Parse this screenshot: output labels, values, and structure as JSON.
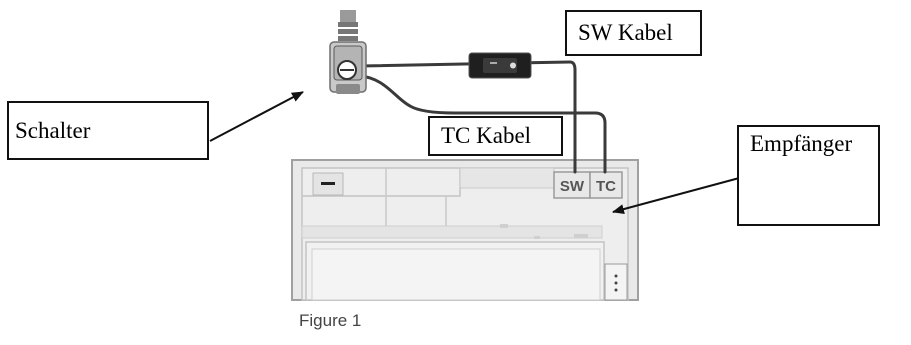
{
  "labels": {
    "sw_kabel": "SW Kabel",
    "schalter": "Schalter",
    "tc_kabel": "TC Kabel",
    "empfaenger": "Empfänger"
  },
  "receiver": {
    "port_sw": "SW",
    "port_tc": "TC"
  },
  "caption": "Figure 1"
}
